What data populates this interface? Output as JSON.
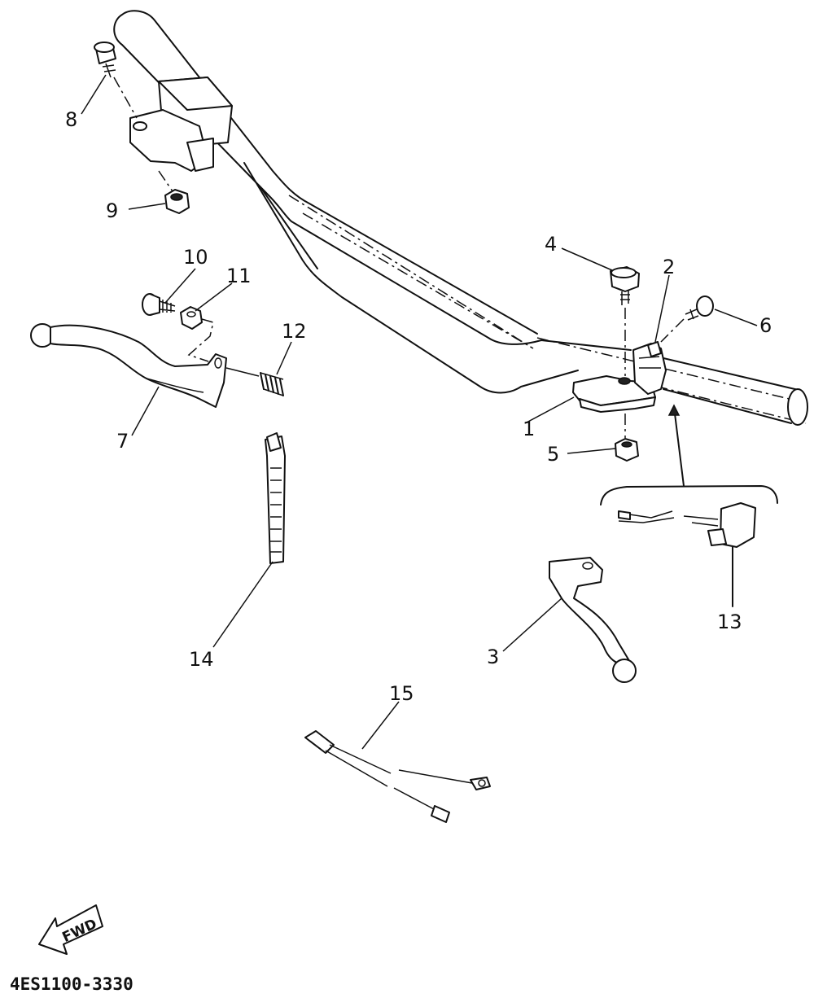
{
  "diagram_code": "4ES1100-3330",
  "fwd_label": "FWD",
  "callouts": [
    {
      "id": "1",
      "label": "1"
    },
    {
      "id": "2",
      "label": "2"
    },
    {
      "id": "3",
      "label": "3"
    },
    {
      "id": "4",
      "label": "4"
    },
    {
      "id": "5",
      "label": "5"
    },
    {
      "id": "6",
      "label": "6"
    },
    {
      "id": "7",
      "label": "7"
    },
    {
      "id": "8",
      "label": "8"
    },
    {
      "id": "9",
      "label": "9"
    },
    {
      "id": "10",
      "label": "10"
    },
    {
      "id": "11",
      "label": "11"
    },
    {
      "id": "12",
      "label": "12"
    },
    {
      "id": "13",
      "label": "13"
    },
    {
      "id": "14",
      "label": "14"
    },
    {
      "id": "15",
      "label": "15"
    }
  ]
}
